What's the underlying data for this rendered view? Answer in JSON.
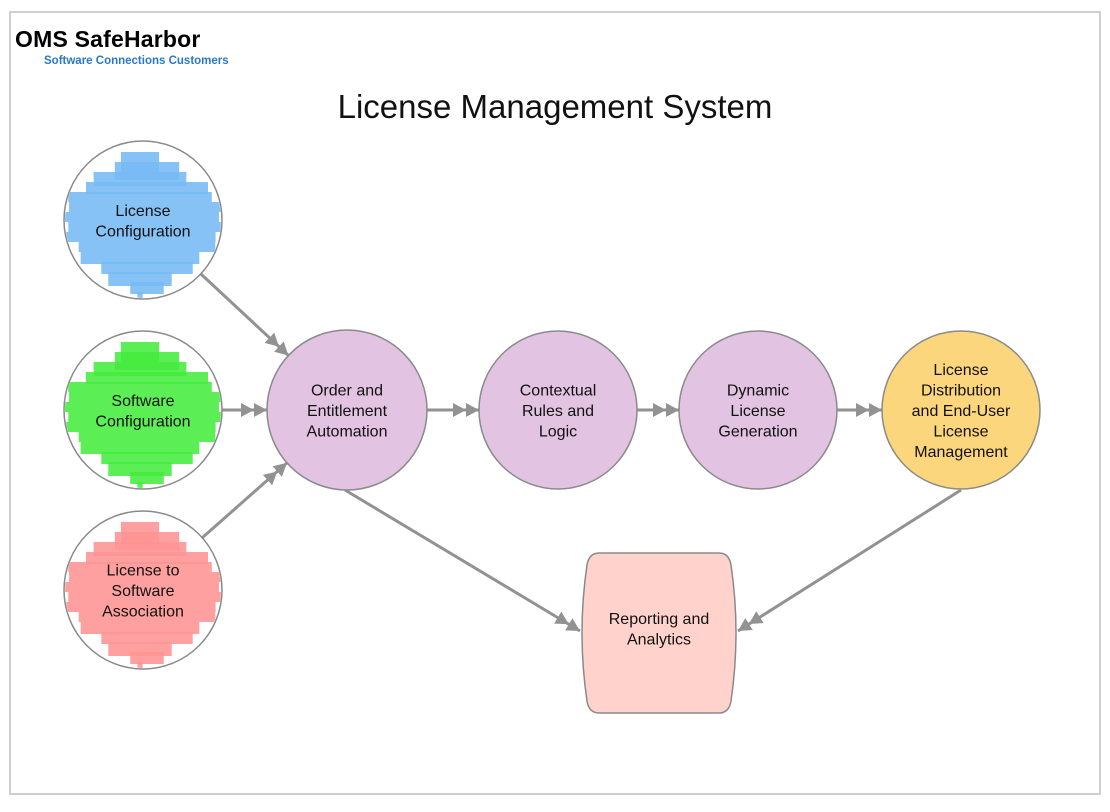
{
  "header": {
    "brand": "OMS SafeHarbor",
    "brand_subtitle": "Software Connections Customers",
    "title": "License Management System"
  },
  "colors": {
    "blue": "#76b9f5",
    "green": "#45ec3d",
    "red": "#ff9393",
    "purple": "#e2c3e2",
    "orange": "#fcd67c",
    "pink": "#ffd3cb",
    "arrow": "#929292",
    "outline": "#8a8a8a"
  },
  "nodes": [
    {
      "id": "license-configuration",
      "lines": [
        "License",
        "Configuration"
      ],
      "fill": "blue",
      "style": "hatched"
    },
    {
      "id": "software-configuration",
      "lines": [
        "Software",
        "Configuration"
      ],
      "fill": "green",
      "style": "hatched"
    },
    {
      "id": "license-to-software-association",
      "lines": [
        "License to",
        "Software",
        "Association"
      ],
      "fill": "red",
      "style": "hatched"
    },
    {
      "id": "order-and-entitlement-automation",
      "lines": [
        "Order and",
        "Entitlement",
        "Automation"
      ],
      "fill": "purple",
      "style": "circle"
    },
    {
      "id": "contextual-rules-and-logic",
      "lines": [
        "Contextual",
        "Rules and",
        "Logic"
      ],
      "fill": "purple",
      "style": "circle"
    },
    {
      "id": "dynamic-license-generation",
      "lines": [
        "Dynamic",
        "License",
        "Generation"
      ],
      "fill": "purple",
      "style": "circle"
    },
    {
      "id": "license-distribution",
      "lines": [
        "License",
        "Distribution",
        "and End-User",
        "License",
        "Management"
      ],
      "fill": "orange",
      "style": "circle"
    },
    {
      "id": "reporting-and-analytics",
      "lines": [
        "Reporting and",
        "Analytics"
      ],
      "fill": "pink",
      "style": "barrel"
    }
  ],
  "edges": [
    {
      "from": "license-configuration",
      "to": "order-and-entitlement-automation"
    },
    {
      "from": "software-configuration",
      "to": "order-and-entitlement-automation"
    },
    {
      "from": "license-to-software-association",
      "to": "order-and-entitlement-automation"
    },
    {
      "from": "order-and-entitlement-automation",
      "to": "contextual-rules-and-logic"
    },
    {
      "from": "contextual-rules-and-logic",
      "to": "dynamic-license-generation"
    },
    {
      "from": "dynamic-license-generation",
      "to": "license-distribution"
    },
    {
      "from": "order-and-entitlement-automation",
      "to": "reporting-and-analytics"
    },
    {
      "from": "license-distribution",
      "to": "reporting-and-analytics"
    }
  ]
}
